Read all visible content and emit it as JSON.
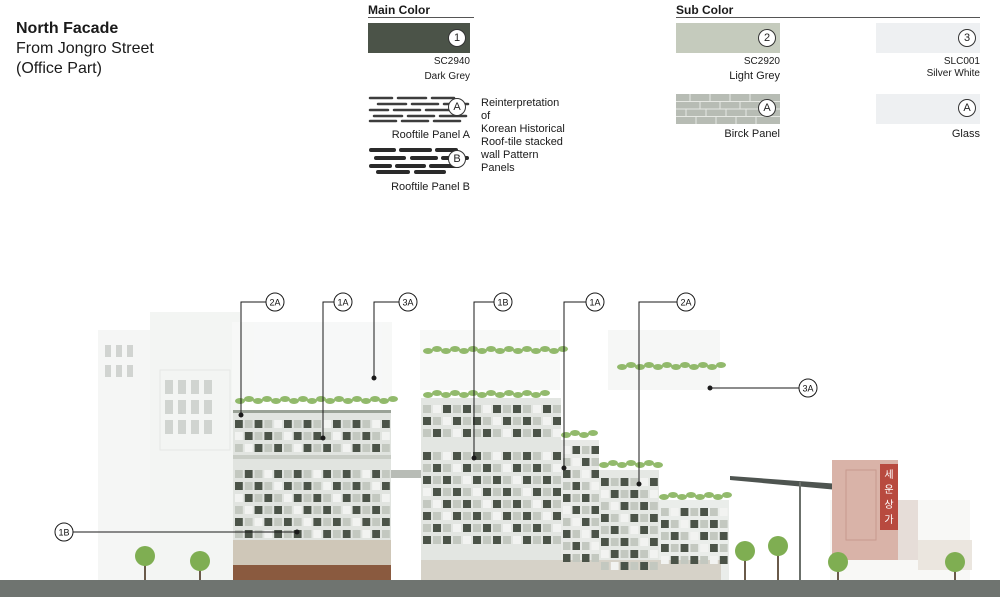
{
  "title": {
    "line1": "North Facade",
    "line2": "From Jongro Street",
    "line3": "(Office Part)"
  },
  "main_color": {
    "heading": "Main Color",
    "swatch": {
      "number": "1",
      "code": "SC2940",
      "name": "Dark Grey",
      "color": "#4b5348"
    },
    "panels": [
      {
        "badge": "A",
        "name": "Rooftile Panel A"
      },
      {
        "badge": "B",
        "name": "Rooftile Panel B"
      }
    ],
    "description": [
      "Reinterpretation",
      "of",
      "Korean Historical",
      "Roof-tile stacked",
      "wall Pattern",
      "Panels"
    ]
  },
  "sub_color": {
    "heading": "Sub Color",
    "swatches": [
      {
        "number": "2",
        "code": "SC2920",
        "name": "Light Grey",
        "color": "#c5cbbd"
      },
      {
        "number": "3",
        "code": "SLC001",
        "name": "Silver White",
        "color": "#eef0f2"
      }
    ],
    "panels": [
      {
        "badge": "A",
        "name": "Birck Panel"
      },
      {
        "badge": "A",
        "name": "Glass"
      }
    ]
  },
  "callouts": [
    "2A",
    "1A",
    "3A",
    "1B",
    "1A",
    "2A",
    "3A",
    "1B"
  ],
  "sign_text": [
    "세",
    "운",
    "상",
    "가"
  ],
  "colors": {
    "ground": "#6f7470",
    "dark_panel": "#4b5348",
    "light_panel": "#d9ddd8",
    "greenery": "#7fae52"
  }
}
